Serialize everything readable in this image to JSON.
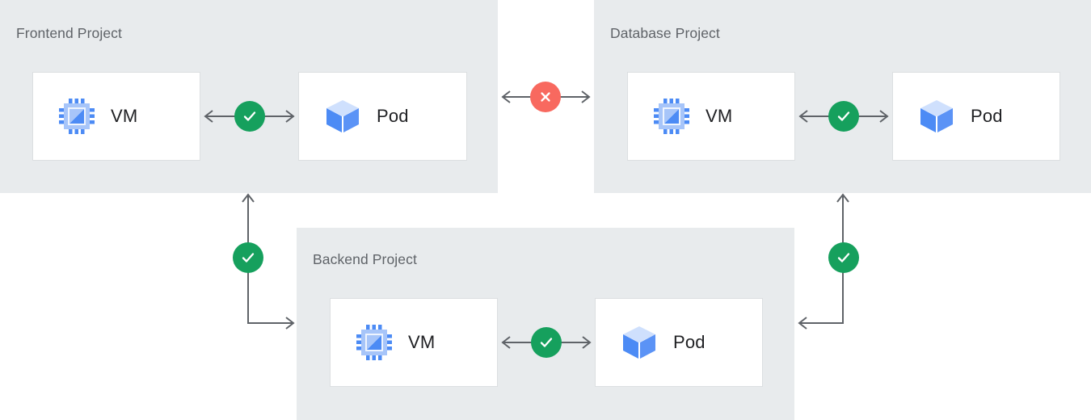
{
  "diagram": {
    "title_color": "#5f6368",
    "panel_bg": "#e8ebed",
    "card_bg": "#ffffff",
    "card_border": "#dcdfe1",
    "line_color": "#5f6368",
    "ok_color": "#16a05d",
    "blocked_color": "#f8695f",
    "icon_blue": "#4c8bf5",
    "icon_blue_light": "#a7c5f9",
    "icon_blue_pale": "#cfe0fd"
  },
  "panels": [
    {
      "id": "frontend",
      "title": "Frontend Project",
      "resources": [
        {
          "id": "frontend-vm",
          "label": "VM",
          "icon": "vm-chip-icon"
        },
        {
          "id": "frontend-pod",
          "label": "Pod",
          "icon": "pod-cube-icon"
        }
      ],
      "internal_link": {
        "status": "allowed",
        "badge_icon": "check-icon"
      }
    },
    {
      "id": "database",
      "title": "Database Project",
      "resources": [
        {
          "id": "database-vm",
          "label": "VM",
          "icon": "vm-chip-icon"
        },
        {
          "id": "database-pod",
          "label": "Pod",
          "icon": "pod-cube-icon"
        }
      ],
      "internal_link": {
        "status": "allowed",
        "badge_icon": "check-icon"
      }
    },
    {
      "id": "backend",
      "title": "Backend Project",
      "resources": [
        {
          "id": "backend-vm",
          "label": "VM",
          "icon": "vm-chip-icon"
        },
        {
          "id": "backend-pod",
          "label": "Pod",
          "icon": "pod-cube-icon"
        }
      ],
      "internal_link": {
        "status": "allowed",
        "badge_icon": "check-icon"
      }
    }
  ],
  "cross_links": [
    {
      "id": "frontend-to-database",
      "from": "frontend",
      "to": "database",
      "status": "blocked",
      "badge_icon": "cross-icon",
      "direction": "bidirectional"
    },
    {
      "id": "frontend-to-backend",
      "from": "frontend",
      "to": "backend",
      "status": "allowed",
      "badge_icon": "check-icon",
      "direction": "bidirectional"
    },
    {
      "id": "database-to-backend",
      "from": "database",
      "to": "backend",
      "status": "allowed",
      "badge_icon": "check-icon",
      "direction": "bidirectional"
    }
  ]
}
